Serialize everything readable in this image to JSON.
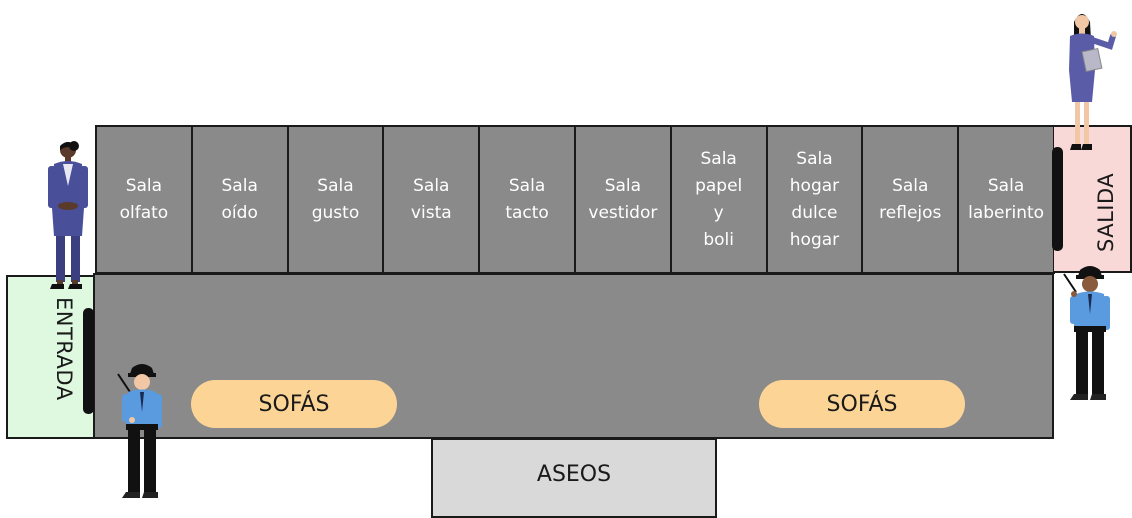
{
  "rooms": [
    {
      "label": "Sala\nolfato"
    },
    {
      "label": "Sala\noído"
    },
    {
      "label": "Sala\ngusto"
    },
    {
      "label": "Sala\nvista"
    },
    {
      "label": "Sala\ntacto"
    },
    {
      "label": "Sala\nvestidor"
    },
    {
      "label": "Sala\npapel\ny\nboli"
    },
    {
      "label": "Sala\nhogar\ndulce\nhogar"
    },
    {
      "label": "Sala\nreflejos"
    },
    {
      "label": "Sala\nlaberinto"
    }
  ],
  "entrance": {
    "label": "ENTRADA",
    "color": "#dff9e0"
  },
  "exit": {
    "label": "SALIDA",
    "color": "#f9d8d8"
  },
  "sofas": [
    {
      "label": "SOFÁS"
    },
    {
      "label": "SOFÁS"
    }
  ],
  "restrooms": {
    "label": "ASEOS"
  },
  "colors": {
    "rooms": "#8a8a8a",
    "sofa": "#fcd596",
    "restrooms": "#d9d9d9",
    "walls": "#1a1a1a"
  },
  "figures": [
    "businesswoman-icon",
    "presenter-woman-icon",
    "security-guard-icon",
    "security-guard-icon"
  ]
}
